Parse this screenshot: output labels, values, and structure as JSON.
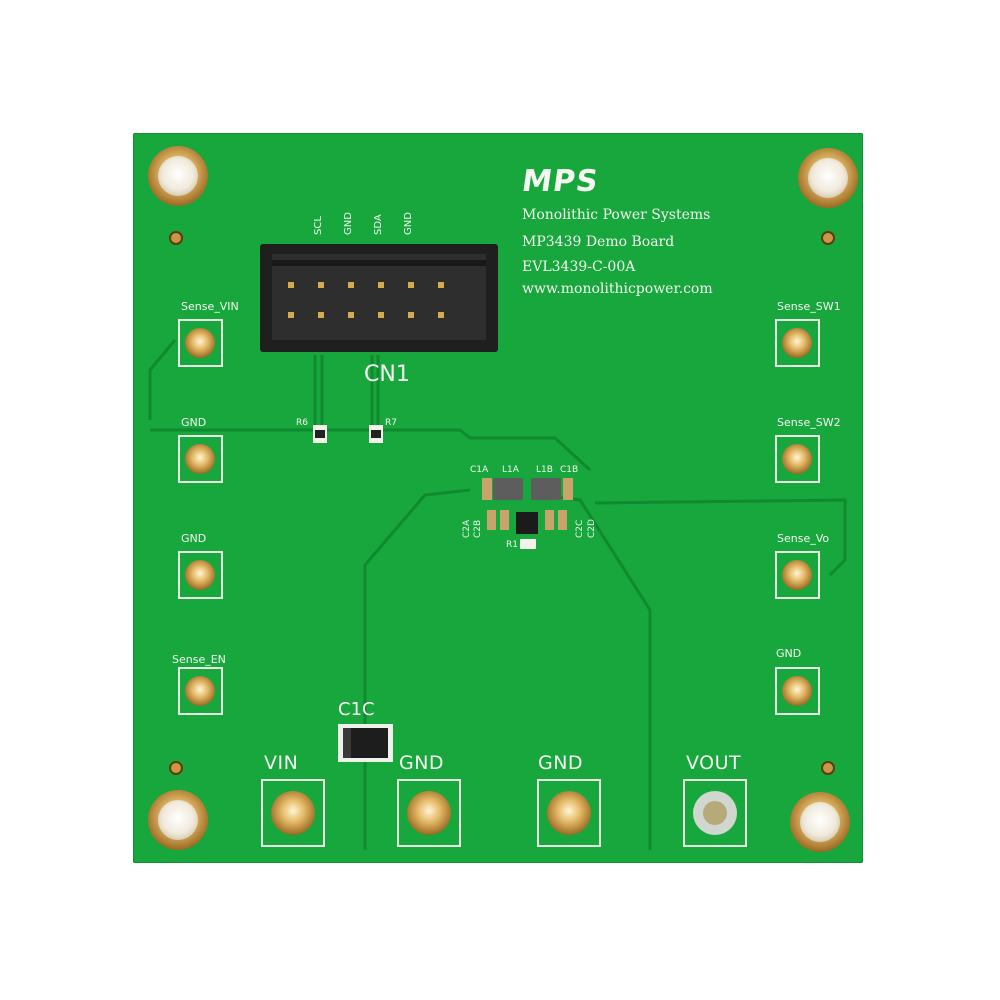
{
  "board": {
    "logo": "MPS",
    "company": "Monolithic Power Systems",
    "product": "MP3439 Demo Board",
    "part_number": "EVL3439-C-00A",
    "website": "www.monolithicpower.com"
  },
  "connector": {
    "ref": "CN1",
    "pins": [
      "SCL",
      "GND",
      "SDA",
      "GND"
    ]
  },
  "test_points": {
    "left": [
      "Sense_VIN",
      "GND",
      "GND",
      "Sense_EN"
    ],
    "right": [
      "Sense_SW1",
      "Sense_SW2",
      "Sense_Vo",
      "GND"
    ]
  },
  "power_terminals": [
    "VIN",
    "GND",
    "GND",
    "VOUT"
  ],
  "components": {
    "r6": "R6",
    "r7": "R7",
    "c1c": "C1C",
    "c1a": "C1A",
    "l1a": "L1A",
    "l1b": "L1B",
    "c1b": "C1B",
    "c2a": "C2A",
    "c2b": "C2B",
    "c2c": "C2C",
    "c2d": "C2D",
    "r1": "R1"
  },
  "colors": {
    "pcb_green": "#18a73c",
    "trace_green": "#0f8a2f",
    "silkscreen": "#f4f8f1",
    "copper_gold": "#d8a85a"
  }
}
